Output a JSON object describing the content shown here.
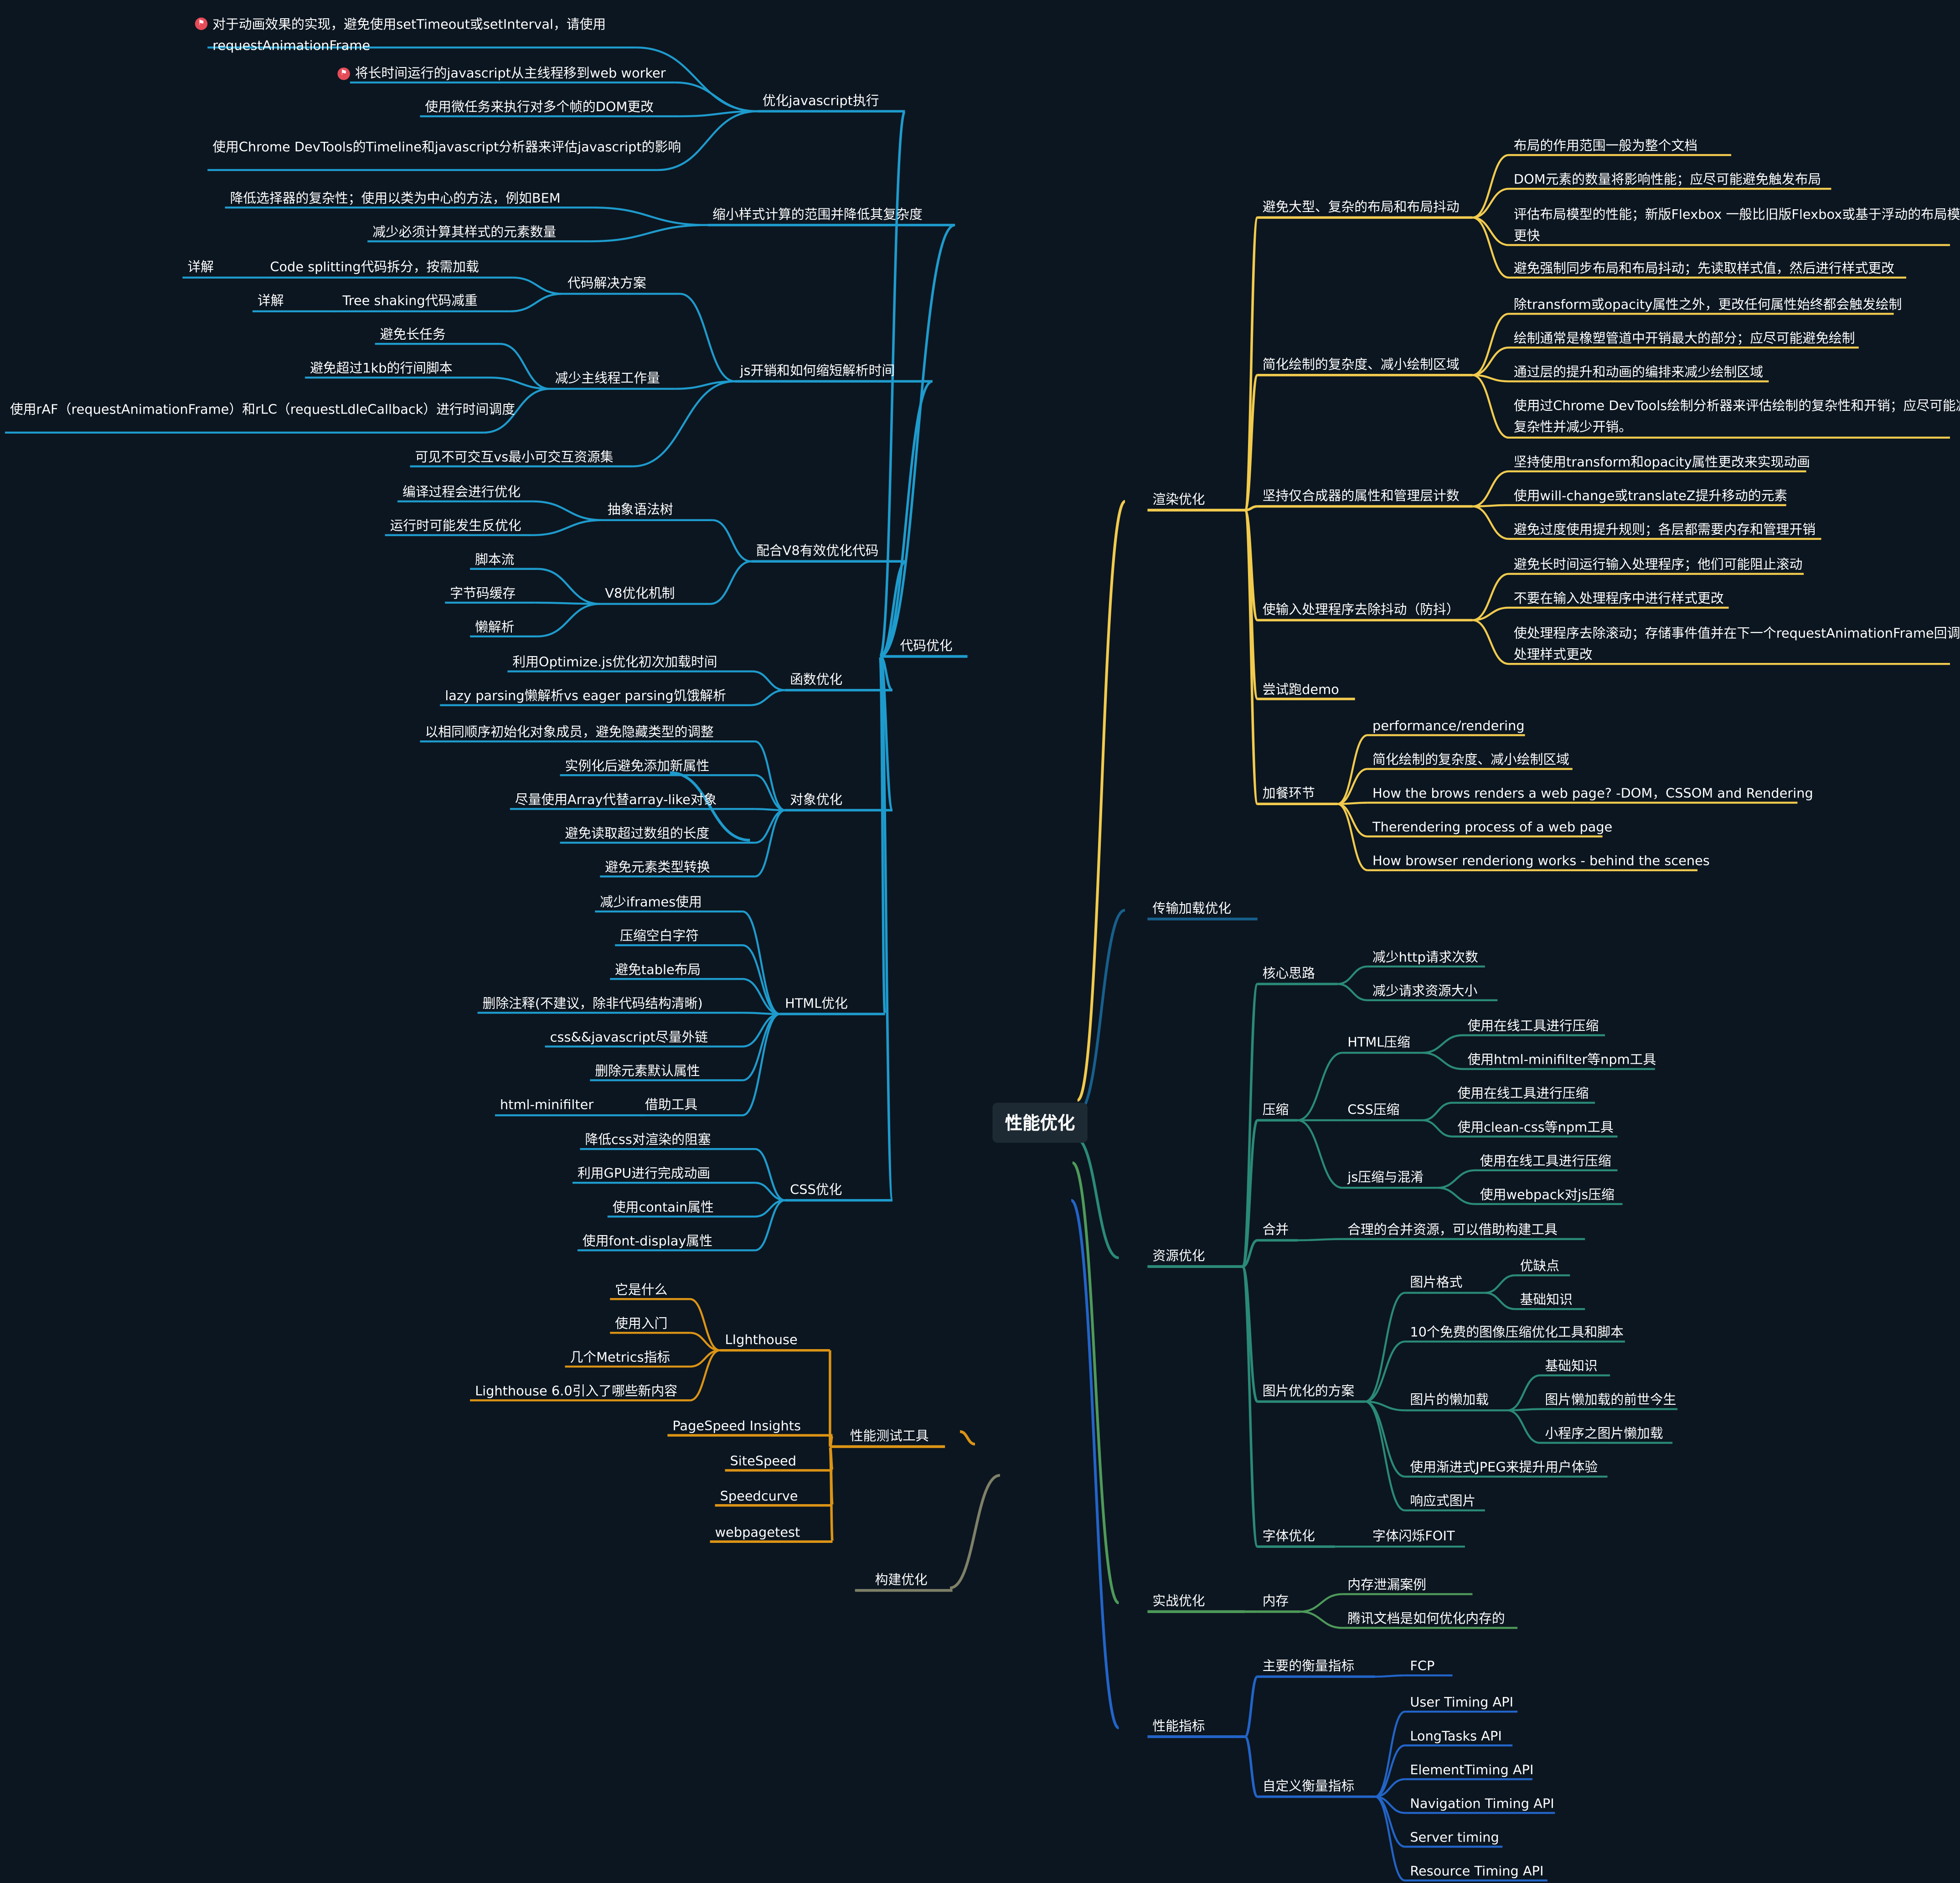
{
  "root": {
    "label": "性能优化"
  },
  "branches": [
    {
      "id": "code",
      "label": "代码优化",
      "side": "left",
      "color": "#1e9bcd",
      "children": [
        {
          "label": "优化javascript执行",
          "children": [
            {
              "label": "对于动画效果的实现，避免使用setTimeout或setInterval，请使用requestAnimationFrame",
              "flag": true
            },
            {
              "label": "将长时间运行的javascript从主线程移到web worker",
              "flag": true
            },
            {
              "label": "使用微任务来执行对多个帧的DOM更改"
            },
            {
              "label": "使用Chrome DevTools的Timeline和javascript分析器来评估javascript的影响"
            }
          ]
        },
        {
          "label": "缩小样式计算的范围并降低其复杂度",
          "children": [
            {
              "label": "降低选择器的复杂性；使用以类为中心的方法，例如BEM"
            },
            {
              "label": "减少必须计算其样式的元素数量"
            }
          ]
        },
        {
          "label": "js开销和如何缩短解析时间",
          "children": [
            {
              "label": "代码解决方案",
              "children": [
                {
                  "label": "Code splitting代码拆分，按需加载",
                  "children": [
                    {
                      "label": "详解"
                    }
                  ]
                },
                {
                  "label": "Tree shaking代码减重",
                  "children": [
                    {
                      "label": "详解"
                    }
                  ]
                }
              ]
            },
            {
              "label": "减少主线程工作量",
              "children": [
                {
                  "label": "避免长任务"
                },
                {
                  "label": "避免超过1kb的行间脚本"
                },
                {
                  "label": "使用rAF（requestAnimationFrame）和rLC（requestLdleCallback）进行时间调度"
                }
              ]
            },
            {
              "label": "可见不可交互vs最小可交互资源集"
            }
          ]
        },
        {
          "label": "配合V8有效优化代码",
          "children": [
            {
              "label": "抽象语法树",
              "children": [
                {
                  "label": "编译过程会进行优化"
                },
                {
                  "label": "运行时可能发生反优化"
                }
              ]
            },
            {
              "label": "V8优化机制",
              "children": [
                {
                  "label": "脚本流"
                },
                {
                  "label": "字节码缓存"
                },
                {
                  "label": "懒解析"
                }
              ]
            }
          ]
        },
        {
          "label": "函数优化",
          "children": [
            {
              "label": "利用Optimize.js优化初次加载时间"
            },
            {
              "label": "lazy parsing懒解析vs eager parsing饥饿解析"
            }
          ]
        },
        {
          "label": "对象优化",
          "children": [
            {
              "label": "以相同顺序初始化对象成员，避免隐藏类型的调整"
            },
            {
              "label": "实例化后避免添加新属性"
            },
            {
              "label": "尽量使用Array代替array-like对象"
            },
            {
              "label": "避免读取超过数组的长度"
            },
            {
              "label": "避免元素类型转换"
            }
          ]
        },
        {
          "label": "HTML优化",
          "children": [
            {
              "label": "减少iframes使用"
            },
            {
              "label": "压缩空白字符"
            },
            {
              "label": "避免table布局"
            },
            {
              "label": "删除注释(不建议，除非代码结构清晰)"
            },
            {
              "label": "css&&javascript尽量外链"
            },
            {
              "label": "删除元素默认属性"
            },
            {
              "label": "借助工具",
              "children": [
                {
                  "label": "html-minifilter"
                }
              ]
            }
          ]
        },
        {
          "label": "CSS优化",
          "children": [
            {
              "label": "降低css对渲染的阻塞"
            },
            {
              "label": "利用GPU进行完成动画"
            },
            {
              "label": "使用contain属性"
            },
            {
              "label": "使用font-display属性"
            }
          ]
        }
      ]
    },
    {
      "id": "test",
      "label": "性能测试工具",
      "side": "left",
      "color": "#dc9415",
      "children": [
        {
          "label": "LIghthouse",
          "children": [
            {
              "label": "它是什么"
            },
            {
              "label": "使用入门"
            },
            {
              "label": "几个Metrics指标"
            },
            {
              "label": "Lighthouse 6.0引入了哪些新内容"
            }
          ]
        },
        {
          "label": "PageSpeed Insights"
        },
        {
          "label": "SiteSpeed"
        },
        {
          "label": "Speedcurve"
        },
        {
          "label": "webpagetest"
        }
      ]
    },
    {
      "id": "build",
      "label": "构建优化",
      "side": "left",
      "color": "#7e8068",
      "children": []
    },
    {
      "id": "render",
      "label": "渲染优化",
      "side": "right",
      "color": "#f2cb4e",
      "children": [
        {
          "label": "避免大型、复杂的布局和布局抖动",
          "children": [
            {
              "label": "布局的作用范围一般为整个文档"
            },
            {
              "label": "DOM元素的数量将影响性能；应尽可能避免触发布局"
            },
            {
              "label": "评估布局模型的性能；新版Flexbox 一般比旧版Flexbox或基于浮动的布局模型更快"
            },
            {
              "label": "避免强制同步布局和布局抖动；先读取样式值，然后进行样式更改"
            }
          ]
        },
        {
          "label": "简化绘制的复杂度、减小绘制区域",
          "children": [
            {
              "label": "除transform或opacity属性之外，更改任何属性始终都会触发绘制"
            },
            {
              "label": "绘制通常是橡塑管道中开销最大的部分；应尽可能避免绘制"
            },
            {
              "label": "通过层的提升和动画的编排来减少绘制区域"
            },
            {
              "label": "使用过Chrome DevTools绘制分析器来评估绘制的复杂性和开销；应尽可能减低复杂性并减少开销。"
            }
          ]
        },
        {
          "label": "坚持仅合成器的属性和管理层计数",
          "children": [
            {
              "label": "坚持使用transform和opacity属性更改来实现动画"
            },
            {
              "label": "使用will-change或translateZ提升移动的元素"
            },
            {
              "label": "避免过度使用提升规则；各层都需要内存和管理开销"
            }
          ]
        },
        {
          "label": "使输入处理程序去除抖动（防抖）",
          "children": [
            {
              "label": "避免长时间运行输入处理程序；他们可能阻止滚动"
            },
            {
              "label": "不要在输入处理程序中进行样式更改"
            },
            {
              "label": "使处理程序去除滚动；存储事件值并在下一个requestAnimationFrame回调中处理样式更改"
            }
          ]
        },
        {
          "label": "尝试跑demo"
        },
        {
          "label": "加餐环节",
          "children": [
            {
              "label": "performance/rendering"
            },
            {
              "label": "简化绘制的复杂度、减小绘制区域"
            },
            {
              "label": "How the brows renders a web page? -DOM，CSSOM and Rendering"
            },
            {
              "label": "Therendering process of a web page"
            },
            {
              "label": "How browser renderiong works - behind the scenes"
            }
          ]
        }
      ]
    },
    {
      "id": "transfer",
      "label": "传输加载优化",
      "side": "right",
      "color": "#175f8c",
      "children": []
    },
    {
      "id": "resource",
      "label": "资源优化",
      "side": "right",
      "color": "#2a8a78",
      "children": [
        {
          "label": "核心思路",
          "children": [
            {
              "label": "减少http请求次数"
            },
            {
              "label": "减少请求资源大小"
            }
          ]
        },
        {
          "label": "压缩",
          "children": [
            {
              "label": "HTML压缩",
              "children": [
                {
                  "label": "使用在线工具进行压缩"
                },
                {
                  "label": "使用html-minifilter等npm工具"
                }
              ]
            },
            {
              "label": "CSS压缩",
              "children": [
                {
                  "label": "使用在线工具进行压缩"
                },
                {
                  "label": "使用clean-css等npm工具"
                }
              ]
            },
            {
              "label": "js压缩与混淆",
              "children": [
                {
                  "label": "使用在线工具进行压缩"
                },
                {
                  "label": "使用webpack对js压缩"
                }
              ]
            }
          ]
        },
        {
          "label": "合并",
          "children": [
            {
              "label": "合理的合并资源，可以借助构建工具"
            }
          ]
        },
        {
          "label": "图片优化的方案",
          "children": [
            {
              "label": "图片格式",
              "children": [
                {
                  "label": "优缺点"
                },
                {
                  "label": "基础知识"
                }
              ]
            },
            {
              "label": "10个免费的图像压缩优化工具和脚本"
            },
            {
              "label": "图片的懒加载",
              "children": [
                {
                  "label": "基础知识"
                },
                {
                  "label": "图片懒加载的前世今生"
                },
                {
                  "label": "小程序之图片懒加载"
                }
              ]
            },
            {
              "label": "使用渐进式JPEG来提升用户体验"
            },
            {
              "label": "响应式图片"
            }
          ]
        },
        {
          "label": "字体优化",
          "children": [
            {
              "label": "字体闪烁FOIT"
            }
          ]
        }
      ]
    },
    {
      "id": "practice",
      "label": "实战优化",
      "side": "right",
      "color": "#4e9a5a",
      "children": [
        {
          "label": "内存",
          "children": [
            {
              "label": "内存泄漏案例"
            },
            {
              "label": "腾讯文档是如何优化内存的"
            }
          ]
        }
      ]
    },
    {
      "id": "metric",
      "label": "性能指标",
      "side": "right",
      "color": "#2264c8",
      "children": [
        {
          "label": "主要的衡量指标",
          "children": [
            {
              "label": "FCP"
            }
          ]
        },
        {
          "label": "自定义衡量指标",
          "children": [
            {
              "label": "User Timing API"
            },
            {
              "label": "LongTasks API"
            },
            {
              "label": "ElementTiming API"
            },
            {
              "label": "Navigation Timing API"
            },
            {
              "label": "Server timing"
            },
            {
              "label": "Resource Timing API"
            }
          ]
        }
      ]
    }
  ]
}
